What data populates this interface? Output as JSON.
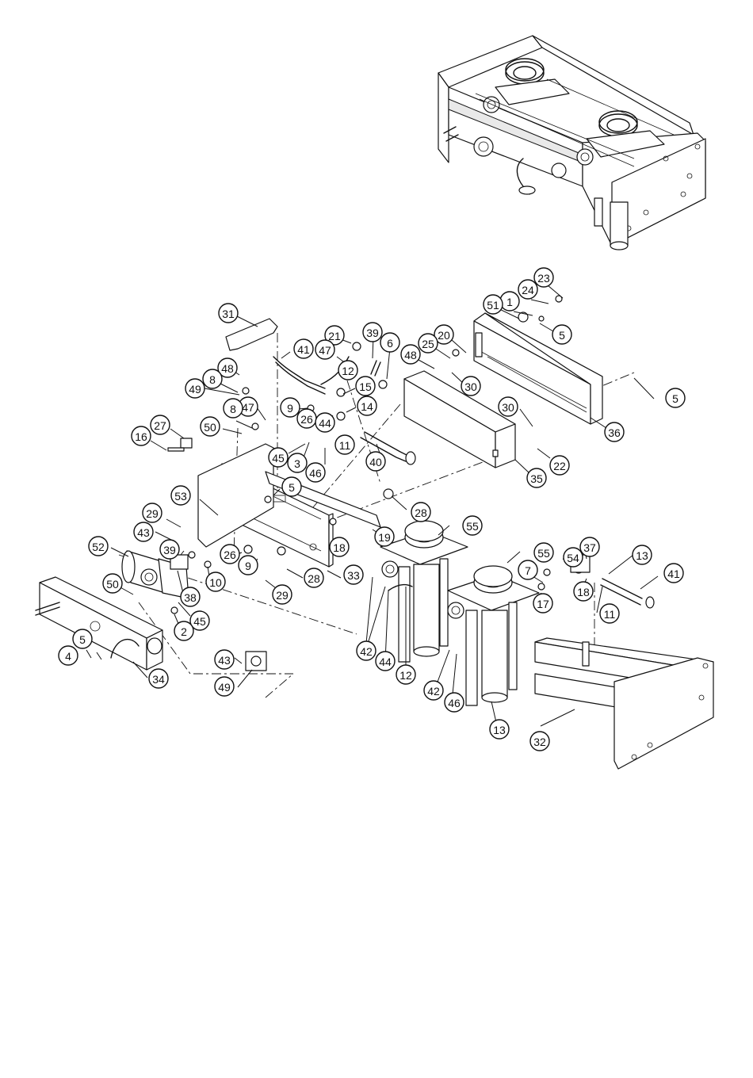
{
  "figure": {
    "assembled_view": "assembled-isometric",
    "exploded_view": "exploded-parts"
  },
  "callouts": [
    {
      "label": "23"
    },
    {
      "label": "24"
    },
    {
      "label": "1"
    },
    {
      "label": "51"
    },
    {
      "label": "5"
    },
    {
      "label": "31"
    },
    {
      "label": "21"
    },
    {
      "label": "39"
    },
    {
      "label": "6"
    },
    {
      "label": "20"
    },
    {
      "label": "25"
    },
    {
      "label": "48"
    },
    {
      "label": "41"
    },
    {
      "label": "47"
    },
    {
      "label": "12"
    },
    {
      "label": "48"
    },
    {
      "label": "8"
    },
    {
      "label": "49"
    },
    {
      "label": "30"
    },
    {
      "label": "15"
    },
    {
      "label": "9"
    },
    {
      "label": "26"
    },
    {
      "label": "44"
    },
    {
      "label": "14"
    },
    {
      "label": "5"
    },
    {
      "label": "47"
    },
    {
      "label": "8"
    },
    {
      "label": "50"
    },
    {
      "label": "27"
    },
    {
      "label": "16"
    },
    {
      "label": "11"
    },
    {
      "label": "3"
    },
    {
      "label": "45"
    },
    {
      "label": "46"
    },
    {
      "label": "40"
    },
    {
      "label": "30"
    },
    {
      "label": "22"
    },
    {
      "label": "35"
    },
    {
      "label": "36"
    },
    {
      "label": "5"
    },
    {
      "label": "53"
    },
    {
      "label": "28"
    },
    {
      "label": "29"
    },
    {
      "label": "43"
    },
    {
      "label": "52"
    },
    {
      "label": "39"
    },
    {
      "label": "26"
    },
    {
      "label": "9"
    },
    {
      "label": "10"
    },
    {
      "label": "38"
    },
    {
      "label": "45"
    },
    {
      "label": "2"
    },
    {
      "label": "50"
    },
    {
      "label": "28"
    },
    {
      "label": "33"
    },
    {
      "label": "29"
    },
    {
      "label": "18"
    },
    {
      "label": "19"
    },
    {
      "label": "55"
    },
    {
      "label": "55"
    },
    {
      "label": "54"
    },
    {
      "label": "37"
    },
    {
      "label": "13"
    },
    {
      "label": "7"
    },
    {
      "label": "41"
    },
    {
      "label": "18"
    },
    {
      "label": "17"
    },
    {
      "label": "11"
    },
    {
      "label": "5"
    },
    {
      "label": "4"
    },
    {
      "label": "34"
    },
    {
      "label": "43"
    },
    {
      "label": "49"
    },
    {
      "label": "42"
    },
    {
      "label": "44"
    },
    {
      "label": "12"
    },
    {
      "label": "42"
    },
    {
      "label": "46"
    },
    {
      "label": "13"
    },
    {
      "label": "32"
    }
  ]
}
